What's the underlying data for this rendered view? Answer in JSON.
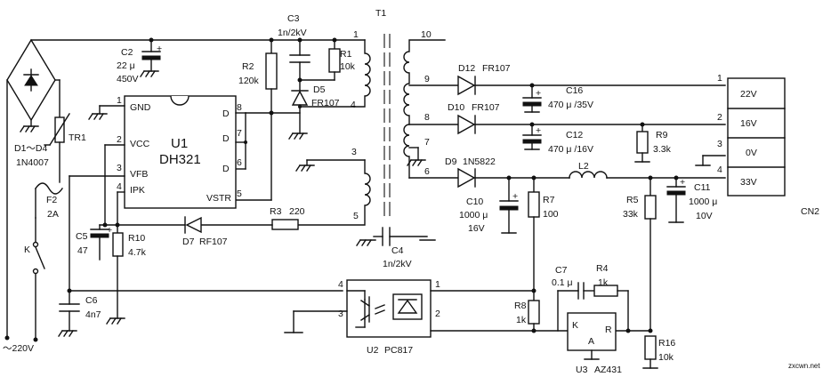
{
  "components": {
    "bridge": {
      "ref": "D1～D4",
      "part": "1N4007"
    },
    "thermistor": {
      "ref": "TR1"
    },
    "fuse": {
      "ref": "F2",
      "value": "2A"
    },
    "switch": {
      "ref": "K"
    },
    "mains": {
      "label": "～220V"
    },
    "c2": {
      "ref": "C2",
      "v1": "22 μ",
      "v2": "450V"
    },
    "r2": {
      "ref": "R2",
      "value": "120k"
    },
    "c3": {
      "ref": "C3",
      "value": "1n/2kV"
    },
    "r1": {
      "ref": "R1",
      "value": "10k"
    },
    "d5": {
      "ref": "D5",
      "part": "FR107"
    },
    "u1": {
      "ref": "U1",
      "part": "DH321",
      "pins": {
        "gnd": "GND",
        "vcc": "VCC",
        "vfb": "VFB",
        "ipk": "IPK",
        "d6": "D",
        "d7": "D",
        "d8": "D",
        "vstr": "VSTR"
      },
      "pin_numbers": [
        "1",
        "2",
        "3",
        "4",
        "5",
        "6",
        "7",
        "8"
      ]
    },
    "t1": {
      "ref": "T1",
      "pins": [
        "1",
        "4",
        "3",
        "5",
        "10",
        "9",
        "8",
        "7",
        "6"
      ]
    },
    "r3": {
      "ref": "R3",
      "value": "220"
    },
    "d7": {
      "ref": "D7",
      "part": "RF107"
    },
    "c5": {
      "ref": "C5",
      "value": "47"
    },
    "r10": {
      "ref": "R10",
      "value": "4.7k"
    },
    "c6": {
      "ref": "C6",
      "value": "4n7"
    },
    "c4": {
      "ref": "C4",
      "value": "1n/2kV"
    },
    "d12": {
      "ref": "D12",
      "part": "FR107"
    },
    "d10": {
      "ref": "D10",
      "part": "FR107"
    },
    "d9": {
      "ref": "D9",
      "part": "1N5822"
    },
    "c16": {
      "ref": "C16",
      "value": "470 μ /35V"
    },
    "c12": {
      "ref": "C12",
      "value": "470 μ /16V"
    },
    "r9": {
      "ref": "R9",
      "value": "3.3k"
    },
    "c10": {
      "ref": "C10",
      "v1": "1000 μ",
      "v2": "16V"
    },
    "r7": {
      "ref": "R7",
      "value": "100"
    },
    "l2": {
      "ref": "L2"
    },
    "r5": {
      "ref": "R5",
      "value": "33k"
    },
    "c11": {
      "ref": "C11",
      "v1": "1000 μ",
      "v2": "10V"
    },
    "cn2": {
      "ref": "CN2",
      "outputs": [
        "22V",
        "16V",
        "0V",
        "33V"
      ],
      "pins": [
        "1",
        "2",
        "3",
        "4"
      ]
    },
    "u2": {
      "ref": "U2",
      "part": "PC817",
      "pins": [
        "4",
        "3",
        "1",
        "2"
      ]
    },
    "c7": {
      "ref": "C7",
      "value": "0.1 μ"
    },
    "r4": {
      "ref": "R4",
      "value": "1k"
    },
    "r8": {
      "ref": "R8",
      "value": "1k"
    },
    "u3": {
      "ref": "U3",
      "part": "AZ431",
      "pins": {
        "k": "K",
        "a": "A",
        "r": "R"
      }
    },
    "r16": {
      "ref": "R16",
      "value": "10k"
    }
  },
  "watermark": "zxcwn.net"
}
